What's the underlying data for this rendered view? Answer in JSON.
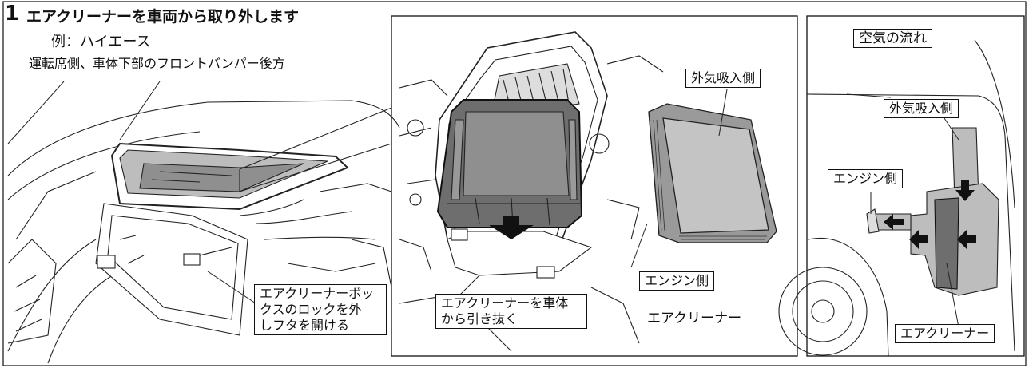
{
  "step": {
    "number": "1",
    "title": "エアクリーナーを車両から取り外します",
    "example": "例：ハイエース",
    "location": "運転席側、車体下部のフロントバンパー後方"
  },
  "labels": {
    "box_lock": [
      "エアクリーナーボッ",
      "クスのロックを外",
      "しフタを開ける"
    ],
    "pull_out": [
      "エアクリーナーを車体",
      "から引き抜く"
    ],
    "outside_air_side_1": "外気吸入側",
    "engine_side_1": "エンジン側",
    "filter_caption": "エアクリーナー",
    "air_flow": "空気の流れ",
    "outside_air_side_2": "外気吸入側",
    "engine_side_2": "エンジン側",
    "filter_label_2": "エアクリーナー"
  },
  "colors": {
    "filter_gray": "#8f8f8f",
    "filter_dark": "#6e6e6e",
    "housing_gray": "#bdbdbd",
    "frame": "#111111"
  }
}
